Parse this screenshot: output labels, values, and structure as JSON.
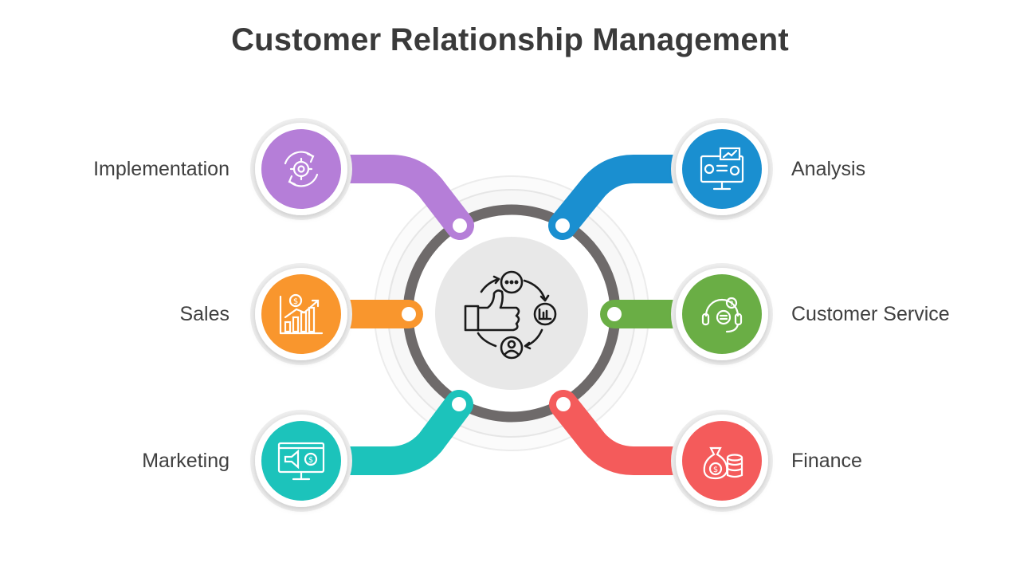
{
  "title": "Customer Relationship Management",
  "center": {
    "icon": "thumbs-up-feedback-cycle-icon"
  },
  "nodes": [
    {
      "label": "Implementation",
      "side": "left",
      "color": "#b57ed8",
      "icon": "gear-cycle-icon"
    },
    {
      "label": "Sales",
      "side": "left",
      "color": "#f9962d",
      "icon": "sales-growth-chart-icon"
    },
    {
      "label": "Marketing",
      "side": "left",
      "color": "#1cc3bb",
      "icon": "megaphone-monitor-icon"
    },
    {
      "label": "Analysis",
      "side": "right",
      "color": "#1a8fd0",
      "icon": "analytics-monitor-icon"
    },
    {
      "label": "Customer Service",
      "side": "right",
      "color": "#6aae45",
      "icon": "headset-support-icon"
    },
    {
      "label": "Finance",
      "side": "right",
      "color": "#f45b5b",
      "icon": "money-bag-coins-icon"
    }
  ]
}
